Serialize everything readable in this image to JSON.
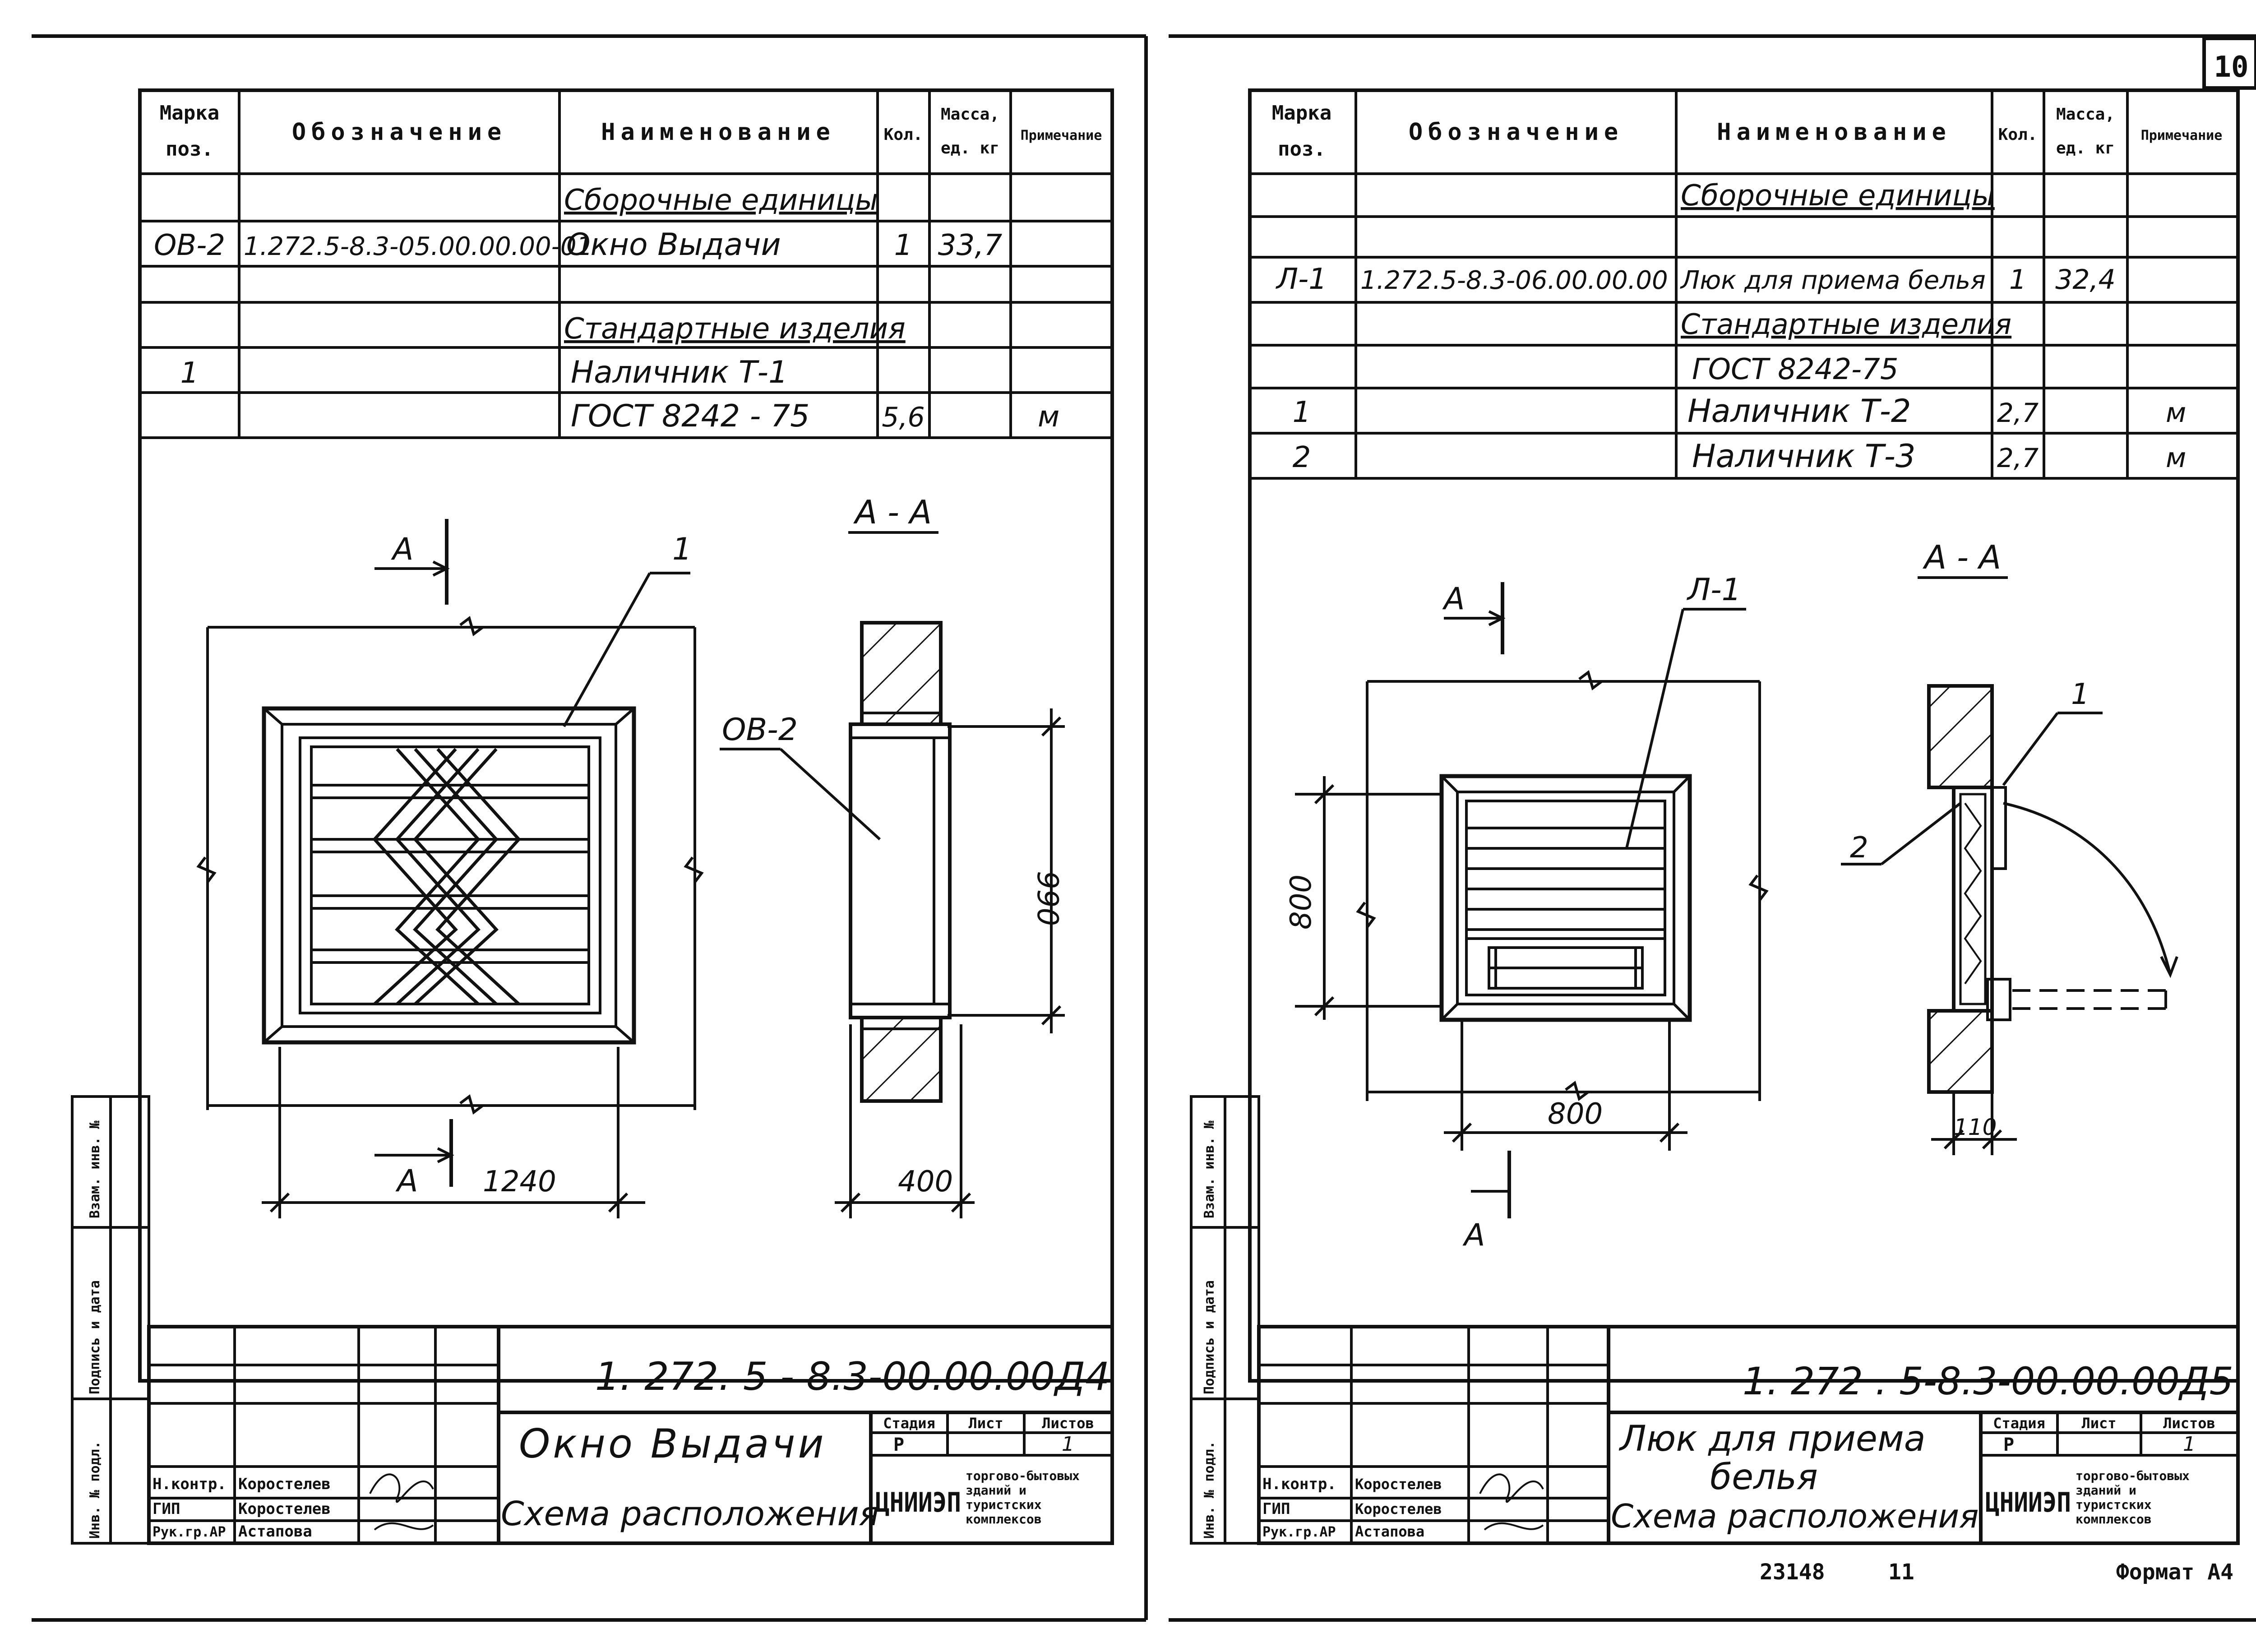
{
  "page_number": "10",
  "headers": {
    "marka_line1": "Марка",
    "marka_line2": "поз.",
    "designation": "Обозначение",
    "name": "Наименование",
    "qty": "Кол.",
    "mass_line1": "Масса,",
    "mass_line2": "ед. кг",
    "note": "Примечание"
  },
  "left": {
    "rows": [
      {
        "mark": "",
        "designation": "",
        "name": "Сборочные единицы",
        "qty": "",
        "mass": "",
        "note": ""
      },
      {
        "mark": "ОВ-2",
        "designation": "1.272.5-8.3-05.00.00.00-01",
        "name": "Окно Выдачи",
        "qty": "1",
        "mass": "33,7",
        "note": ""
      },
      {
        "mark": "",
        "designation": "",
        "name": "",
        "qty": "",
        "mass": "",
        "note": ""
      },
      {
        "mark": "",
        "designation": "",
        "name": "Стандартные изделия",
        "qty": "",
        "mass": "",
        "note": ""
      },
      {
        "mark": "1",
        "designation": "",
        "name": "Наличник Т-1",
        "qty": "",
        "mass": "",
        "note": ""
      },
      {
        "mark": "",
        "designation": "",
        "name": "ГОСТ 8242 - 75",
        "qty": "5,6",
        "mass": "",
        "note": "м"
      }
    ],
    "drawing": {
      "section_title": "А - А",
      "cut_letter_top": "А",
      "cut_letter_bottom": "А",
      "leader_label": "1",
      "section_leader_label": "ОВ-2",
      "dim_width": "1240",
      "dim_height": "990",
      "dim_depth": "400"
    },
    "stamp": {
      "code": "1. 272. 5 - 8.3-00.00.00Д4",
      "title_line1": "Окно Выдачи",
      "title_line2": "Схема расположения",
      "roles": [
        "Н.контр.",
        "ГИП",
        "Рук.гр.АР"
      ],
      "names": [
        "Коростелев",
        "Коростелев",
        "Астапова"
      ],
      "stage_label": "Стадия",
      "sheet_label": "Лист",
      "sheets_label": "Листов",
      "stage": "Р",
      "sheets": "1",
      "org_logo": "ЦНИИЭП",
      "org_name_1": "торгово-бытовых",
      "org_name_2": "зданий и",
      "org_name_3": "туристских",
      "org_name_4": "комплексов"
    },
    "side_labels": [
      "Взам. инв. №",
      "Подпись и дата",
      "Инв. № подл."
    ]
  },
  "right": {
    "rows": [
      {
        "mark": "",
        "designation": "",
        "name": "Сборочные единицы",
        "qty": "",
        "mass": "",
        "note": ""
      },
      {
        "mark": "",
        "designation": "",
        "name": "",
        "qty": "",
        "mass": "",
        "note": ""
      },
      {
        "mark": "Л-1",
        "designation": "1.272.5-8.3-06.00.00.00",
        "name": "Люк для приема белья",
        "qty": "1",
        "mass": "32,4",
        "note": ""
      },
      {
        "mark": "",
        "designation": "",
        "name": "Стандартные изделия",
        "qty": "",
        "mass": "",
        "note": ""
      },
      {
        "mark": "",
        "designation": "",
        "name": "ГОСТ 8242-75",
        "qty": "",
        "mass": "",
        "note": ""
      },
      {
        "mark": "1",
        "designation": "",
        "name": "Наличник Т-2",
        "qty": "2,7",
        "mass": "",
        "note": "м"
      },
      {
        "mark": "2",
        "designation": "",
        "name": "Наличник Т-3",
        "qty": "2,7",
        "mass": "",
        "note": "м"
      }
    ],
    "drawing": {
      "section_title": "А - А",
      "cut_letter_top": "А",
      "cut_letter_bottom": "А",
      "leader_label": "Л-1",
      "section_label_1": "1",
      "section_label_2": "2",
      "dim_width": "800",
      "dim_height": "800",
      "dim_depth": "110"
    },
    "stamp": {
      "code": "1. 272 . 5-8.3-00.00.00Д5",
      "title_line1": "Люк для приема",
      "title_line2": "белья",
      "title_line3": "Схема расположения",
      "roles": [
        "Н.контр.",
        "ГИП",
        "Рук.гр.АР"
      ],
      "names": [
        "Коростелев",
        "Коростелев",
        "Астапова"
      ],
      "stage_label": "Стадия",
      "sheet_label": "Лист",
      "sheets_label": "Листов",
      "stage": "Р",
      "sheets": "1",
      "org_logo": "ЦНИИЭП",
      "org_name_1": "торгово-бытовых",
      "org_name_2": "зданий и",
      "org_name_3": "туристских",
      "org_name_4": "комплексов"
    },
    "side_labels": [
      "Взам. инв. №",
      "Подпись и дата",
      "Инв. № подл."
    ],
    "footer_number": "23148",
    "footer_copy": "11",
    "format": "Формат А4"
  }
}
